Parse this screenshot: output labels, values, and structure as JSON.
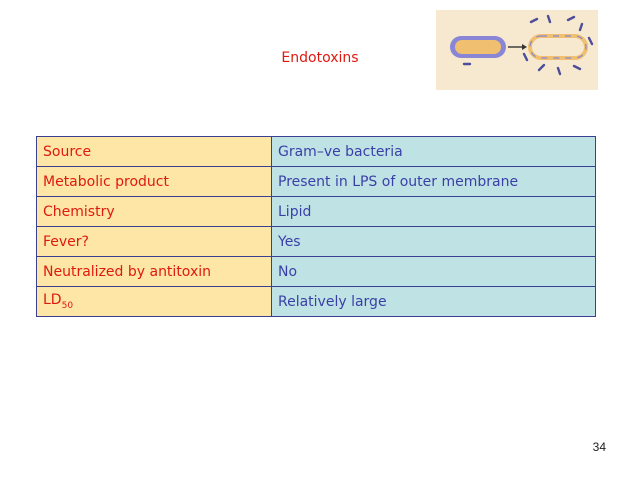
{
  "slide": {
    "title": "Endotoxins",
    "page_number": "34"
  },
  "table": {
    "rows": [
      {
        "key": "Source",
        "value": "Gram–ve bacteria"
      },
      {
        "key": "Metabolic product",
        "value": "Present in LPS of outer membrane"
      },
      {
        "key": "Chemistry",
        "value": "Lipid"
      },
      {
        "key": "Fever?",
        "value": "Yes"
      },
      {
        "key": "Neutralized by antitoxin",
        "value": "No"
      },
      {
        "key": "LD",
        "key_sub": "50",
        "value": "Relatively large"
      }
    ]
  },
  "figure": {
    "icon": "bacteria-lysis-illustration",
    "colors": {
      "background": "#f6e9cf",
      "outer": "#6a6acb",
      "inner": "#f0c070",
      "fragments": "#4d4d9a"
    }
  },
  "colors": {
    "title": "#e0190f",
    "key_cell_bg": "#fde6a6",
    "key_text": "#e0190f",
    "value_cell_bg": "#bfe3e4",
    "value_text": "#3a3fa8",
    "border": "#3b3f8f"
  }
}
